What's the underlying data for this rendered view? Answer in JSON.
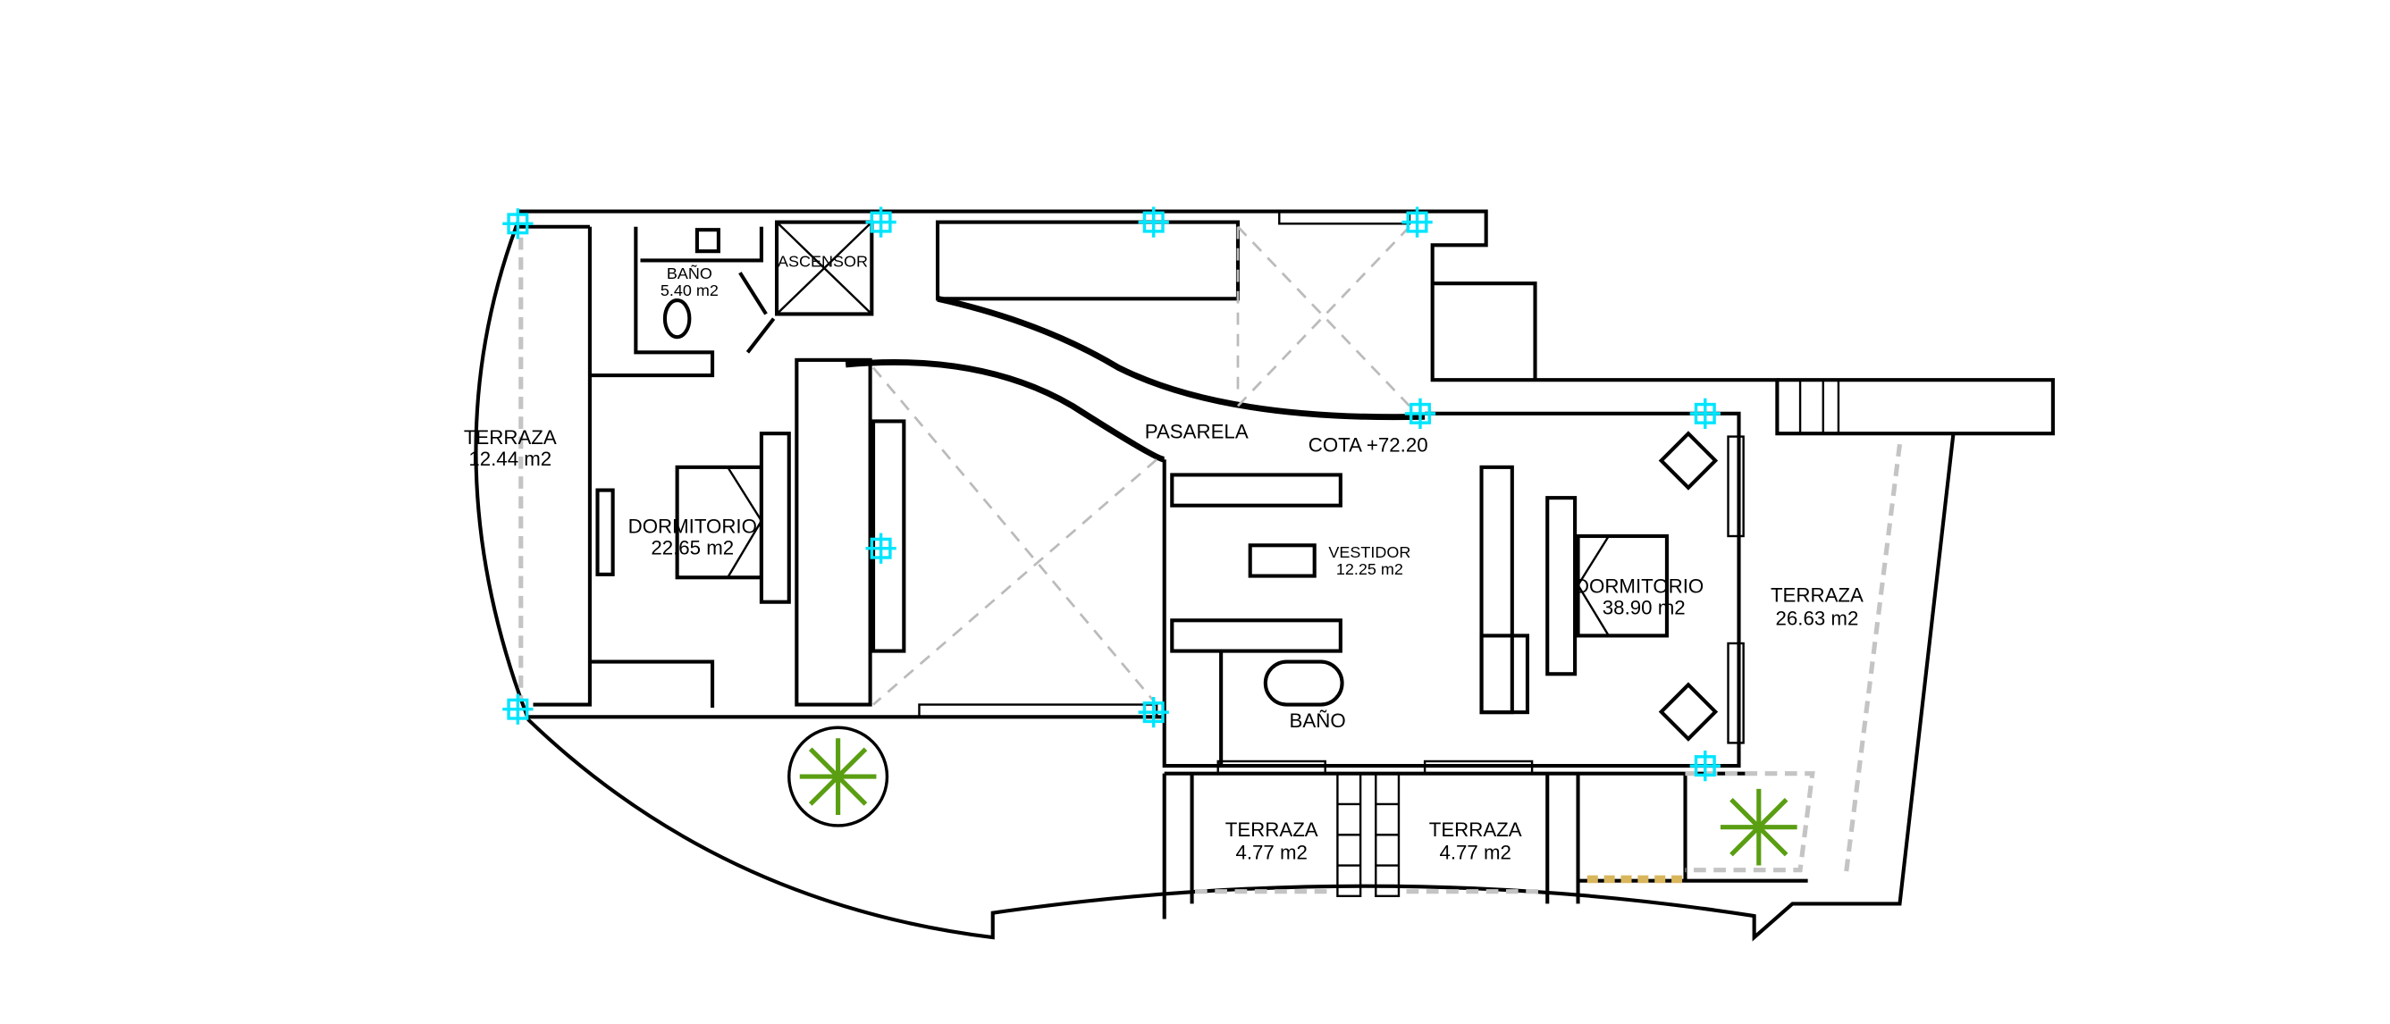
{
  "plan": {
    "rooms": [
      {
        "name": "TERRAZA",
        "area": "12.44 m2"
      },
      {
        "name": "BAÑO",
        "area": "5.40 m2"
      },
      {
        "name": "ASCENSOR"
      },
      {
        "name": "DORMITORIO",
        "area": "22.65 m2"
      },
      {
        "name": "PASARELA"
      },
      {
        "name": "VESTIDOR",
        "area": "12.25 m2"
      },
      {
        "name": "DORMITORIO",
        "area": "38.90 m2"
      },
      {
        "name": "TERRAZA",
        "area": "26.63 m2"
      },
      {
        "name": "BAÑO"
      },
      {
        "name": "TERRAZA",
        "area": "4.77 m2"
      },
      {
        "name": "TERRAZA",
        "area": "4.77 m2"
      }
    ],
    "level_label": "COTA +72.20",
    "colors": {
      "grid_marker": "#00e5ff",
      "tree": "#5a9e12",
      "dashed": "#c4c4c4",
      "planter": "#d9b65c"
    }
  }
}
